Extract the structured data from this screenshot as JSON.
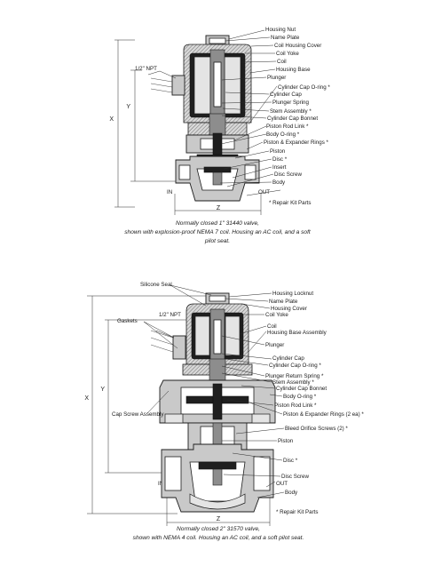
{
  "diagram1": {
    "labels": [
      "Housing Nut",
      "Name Plate",
      "Coil Housing Cover",
      "Coil Yoke",
      "Coil",
      "Housing Base",
      "Plunger",
      "Cylinder Cap O-ring *",
      "Cylinder Cap",
      "Plunger Spring",
      "Stem Assembly *",
      "Cylinder Cap Bonnet",
      "Piston Rod Link *",
      "Body O-ring *",
      "Piston & Expander Rings *",
      "Piston",
      "Disc *",
      "Insert",
      "Disc Screw",
      "Body"
    ],
    "npt": "1/2\" NPT",
    "dims": {
      "x": "X",
      "y": "Y",
      "z": "Z",
      "in": "IN",
      "out": "OUT"
    },
    "repair_note": "* Repair Kit Parts",
    "caption": [
      "Normally closed 1\" 31440 valve,",
      "shown with explosion-proof NEMA 7 coil. Housing an AC coil, and a soft",
      "pilot seat."
    ]
  },
  "diagram2": {
    "left_labels": {
      "silicone_seal": "Silicone Seal",
      "gaskets": "Gaskets",
      "cap_screw": "Cap Screw Assembly"
    },
    "labels": [
      "Housing Locknut",
      "Name Plate",
      "Housing Cover",
      "Coil Yoke",
      "Coil",
      "Housing Base Assembly",
      "Plunger",
      "Cylinder Cap",
      "Cylinder Cap O-ring *",
      "Plunger Return Spring *",
      "Stem Assembly *",
      "Cylinder Cap Bonnet",
      "Body O-ring *",
      "Piston Rod Link *",
      "Piston & Expander Rings (2 ea) *",
      "Bleed Orifice Screws (2) *",
      "Piston",
      "Disc *",
      "Disc Screw",
      "OUT",
      "Body"
    ],
    "npt": "1/2\" NPT",
    "dims": {
      "x": "X",
      "y": "Y",
      "z": "Z",
      "in": "IN"
    },
    "repair_note": "* Repair Kit Parts",
    "caption": [
      "Normally closed 2\" 31570 valve,",
      "shown with NEMA 4 coil. Housing an AC coil, and a soft pilot seat."
    ]
  }
}
